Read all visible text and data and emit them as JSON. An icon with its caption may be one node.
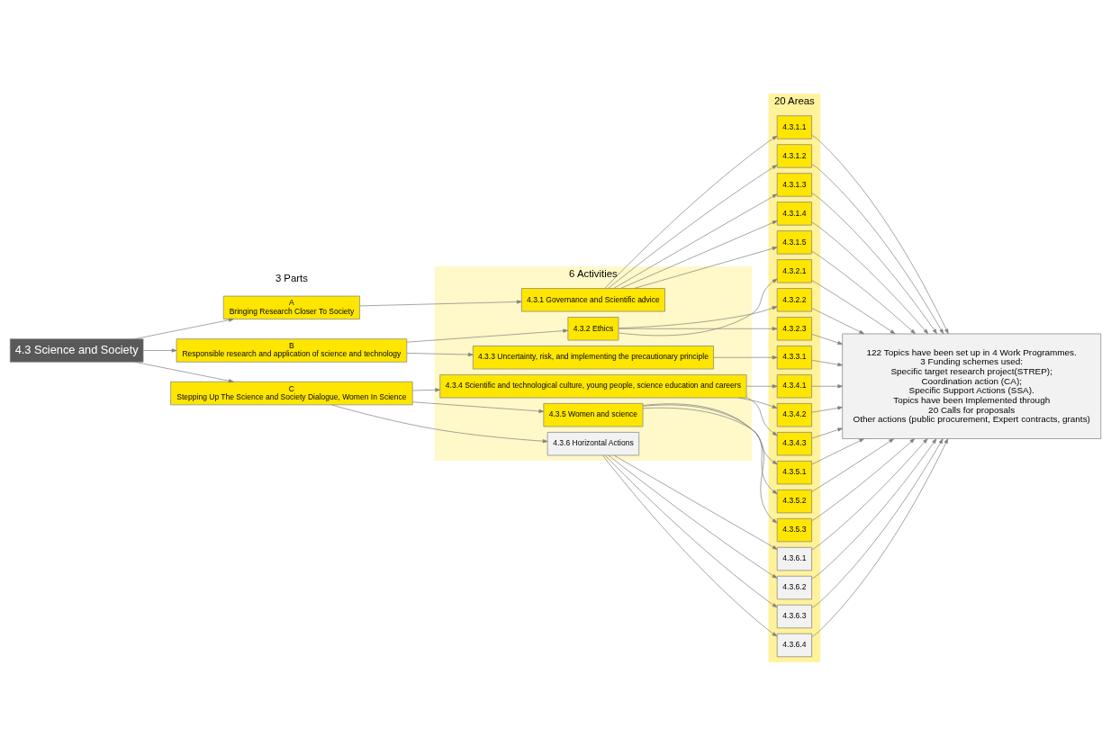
{
  "diagram": {
    "nodes": [
      {
        "text": [
          "4.3 Science and Society"
        ]
      },
      {
        "text": [
          "A",
          "Bringing Research Closer To Society"
        ]
      },
      {
        "text": [
          "B",
          "Responsible research and application of science and technology"
        ]
      },
      {
        "text": [
          "C",
          "Stepping Up The Science and Society Dialogue, Women In Science"
        ]
      },
      {
        "text": [
          "6 Activities"
        ]
      },
      {
        "text": [
          "4.3.1 Governance and Scientific advice"
        ],
        "in": 4
      },
      {
        "text": [
          "4.3.2 Ethics"
        ],
        "in": 4
      },
      {
        "text": [
          "4.3.3 Uncertainty, risk, and implementing the precautionary principle"
        ],
        "in": 4
      },
      {
        "text": [
          "4.3.4 Scientific and technological culture, young people, science education and careers"
        ],
        "in": 4
      },
      {
        "text": [
          "4.3.5 Women and science"
        ],
        "in": 4
      },
      {
        "text": [
          "4.3.6 Horizontal Actions"
        ],
        "in": 4
      },
      {
        "text": [
          "20 Areas"
        ]
      },
      {
        "text": [
          "4.3.1.1"
        ],
        "in": 11
      },
      {
        "text": [
          "4.3.1.2"
        ],
        "in": 11
      },
      {
        "text": [
          "4.3.1.3"
        ],
        "in": 11
      },
      {
        "text": [
          "4.3.1.4"
        ],
        "in": 11
      },
      {
        "text": [
          "4.3.1.5"
        ],
        "in": 11
      },
      {
        "text": [
          "4.3.2.1"
        ],
        "in": 11
      },
      {
        "text": [
          "4.3.2.2"
        ],
        "in": 11
      },
      {
        "text": [
          "4.3.2.3"
        ],
        "in": 11
      },
      {
        "text": [
          "4.3.3.1"
        ],
        "in": 11
      },
      {
        "text": [
          "4.3.4.1"
        ],
        "in": 11
      },
      {
        "text": [
          "4.3.4.2"
        ],
        "in": 11
      },
      {
        "text": [
          "4.3.4.3"
        ],
        "in": 11
      },
      {
        "text": [
          "4.3.5.1"
        ],
        "in": 11
      },
      {
        "text": [
          "4.3.5.2"
        ],
        "in": 11
      },
      {
        "text": [
          "4.3.5.3"
        ],
        "in": 11
      },
      {
        "text": [
          "4.3.6.1"
        ],
        "in": 11
      },
      {
        "text": [
          "4.3.6.2"
        ],
        "in": 11
      },
      {
        "text": [
          "4.3.6.3"
        ],
        "in": 11
      },
      {
        "text": [
          "4.3.6.4"
        ],
        "in": 11
      },
      {
        "text": [
          "122 Topics have been set up in 4 Work Programmes.",
          "3 Funding schemes used:",
          "Specific target research project(STREP);",
          "Coordination action (CA);",
          "Specific Support Actions (SSA).",
          "Topics have been Implemented through",
          "20 Calls for proposals",
          "Other actions (public procurement, Expert contracts, grants)"
        ]
      }
    ],
    "edges": [
      {
        "from": 0,
        "to": 1,
        "arrow": "to"
      },
      {
        "from": 0,
        "to": 2,
        "arrow": "to"
      },
      {
        "from": 0,
        "to": 3,
        "arrow": "to"
      },
      {
        "from": 1,
        "to": 5,
        "arrow": "to"
      },
      {
        "from": 2,
        "to": 6,
        "arrow": "to"
      },
      {
        "from": 2,
        "to": 7,
        "arrow": "to"
      },
      {
        "from": 3,
        "to": 8,
        "arrow": "to"
      },
      {
        "from": 3,
        "to": 9,
        "arrow": "to"
      },
      {
        "from": 3,
        "to": 10,
        "arrow": "to"
      },
      {
        "from": 5,
        "to": 12,
        "arrow": "to"
      },
      {
        "from": 5,
        "to": 13,
        "arrow": "to"
      },
      {
        "from": 5,
        "to": 14,
        "arrow": "to"
      },
      {
        "from": 5,
        "to": 15,
        "arrow": "to"
      },
      {
        "from": 5,
        "to": 16,
        "arrow": "to"
      },
      {
        "from": 6,
        "to": 17,
        "arrow": "to"
      },
      {
        "from": 6,
        "to": 18,
        "arrow": "to"
      },
      {
        "from": 6,
        "to": 19,
        "arrow": "to"
      },
      {
        "from": 7,
        "to": 20,
        "arrow": "to"
      },
      {
        "from": 8,
        "to": 21,
        "arrow": "to"
      },
      {
        "from": 8,
        "to": 22,
        "arrow": "to"
      },
      {
        "from": 8,
        "to": 23,
        "arrow": "to"
      },
      {
        "from": 9,
        "to": 24,
        "arrow": "to"
      },
      {
        "from": 9,
        "to": 25,
        "arrow": "to"
      },
      {
        "from": 9,
        "to": 26,
        "arrow": "to"
      },
      {
        "from": 10,
        "to": 27,
        "arrow": "to"
      },
      {
        "from": 10,
        "to": 28,
        "arrow": "to"
      },
      {
        "from": 10,
        "to": 29,
        "arrow": "to"
      },
      {
        "from": 10,
        "to": 30,
        "arrow": "to"
      },
      {
        "from": 12,
        "to": 31,
        "arrow": "to"
      },
      {
        "from": 13,
        "to": 31,
        "arrow": "to"
      },
      {
        "from": 14,
        "to": 31,
        "arrow": "to"
      },
      {
        "from": 15,
        "to": 31,
        "arrow": "to"
      },
      {
        "from": 16,
        "to": 31,
        "arrow": "to"
      },
      {
        "from": 17,
        "to": 31,
        "arrow": "to"
      },
      {
        "from": 18,
        "to": 31,
        "arrow": "to"
      },
      {
        "from": 19,
        "to": 31,
        "arrow": "to"
      },
      {
        "from": 20,
        "to": 31,
        "arrow": "to"
      },
      {
        "from": 21,
        "to": 31,
        "arrow": "to"
      },
      {
        "from": 22,
        "to": 31,
        "arrow": "to"
      },
      {
        "from": 23,
        "to": 31,
        "arrow": "to"
      },
      {
        "from": 24,
        "to": 31,
        "arrow": "to"
      },
      {
        "from": 25,
        "to": 31,
        "arrow": "to"
      },
      {
        "from": 26,
        "to": 31,
        "arrow": "to"
      },
      {
        "from": 27,
        "to": 31,
        "arrow": "to"
      },
      {
        "from": 28,
        "to": 31,
        "arrow": "to"
      },
      {
        "from": 29,
        "to": 31,
        "arrow": "to"
      },
      {
        "from": 30,
        "to": 31,
        "arrow": "to"
      }
    ],
    "labels": [
      "3 Parts"
    ]
  }
}
